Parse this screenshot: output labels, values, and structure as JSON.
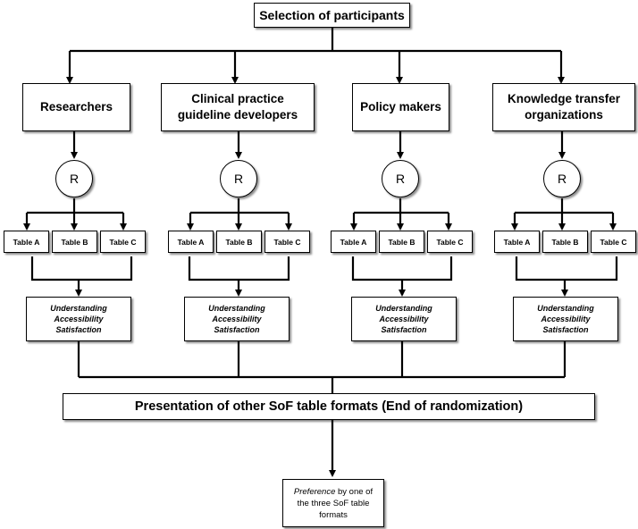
{
  "top_label": "Selection of participants",
  "groups": [
    {
      "name": "Researchers",
      "rand": "R",
      "tables": [
        "Table A",
        "Table B",
        "Table C"
      ],
      "outcomes": [
        "Understanding",
        "Accessibility",
        "Satisfaction"
      ]
    },
    {
      "name": "Clinical practice guideline developers",
      "rand": "R",
      "tables": [
        "Table A",
        "Table B",
        "Table C"
      ],
      "outcomes": [
        "Understanding",
        "Accessibility",
        "Satisfaction"
      ]
    },
    {
      "name": "Policy makers",
      "rand": "R",
      "tables": [
        "Table A",
        "Table B",
        "Table C"
      ],
      "outcomes": [
        "Understanding",
        "Accessibility",
        "Satisfaction"
      ]
    },
    {
      "name": "Knowledge transfer organizations",
      "rand": "R",
      "tables": [
        "Table A",
        "Table B",
        "Table C"
      ],
      "outcomes": [
        "Understanding",
        "Accessibility",
        "Satisfaction"
      ]
    }
  ],
  "presentation_label": "Presentation of other SoF table formats (End of randomization)",
  "preference": {
    "emphasis": "Preference",
    "rest": " by one of the three SoF table formats"
  }
}
